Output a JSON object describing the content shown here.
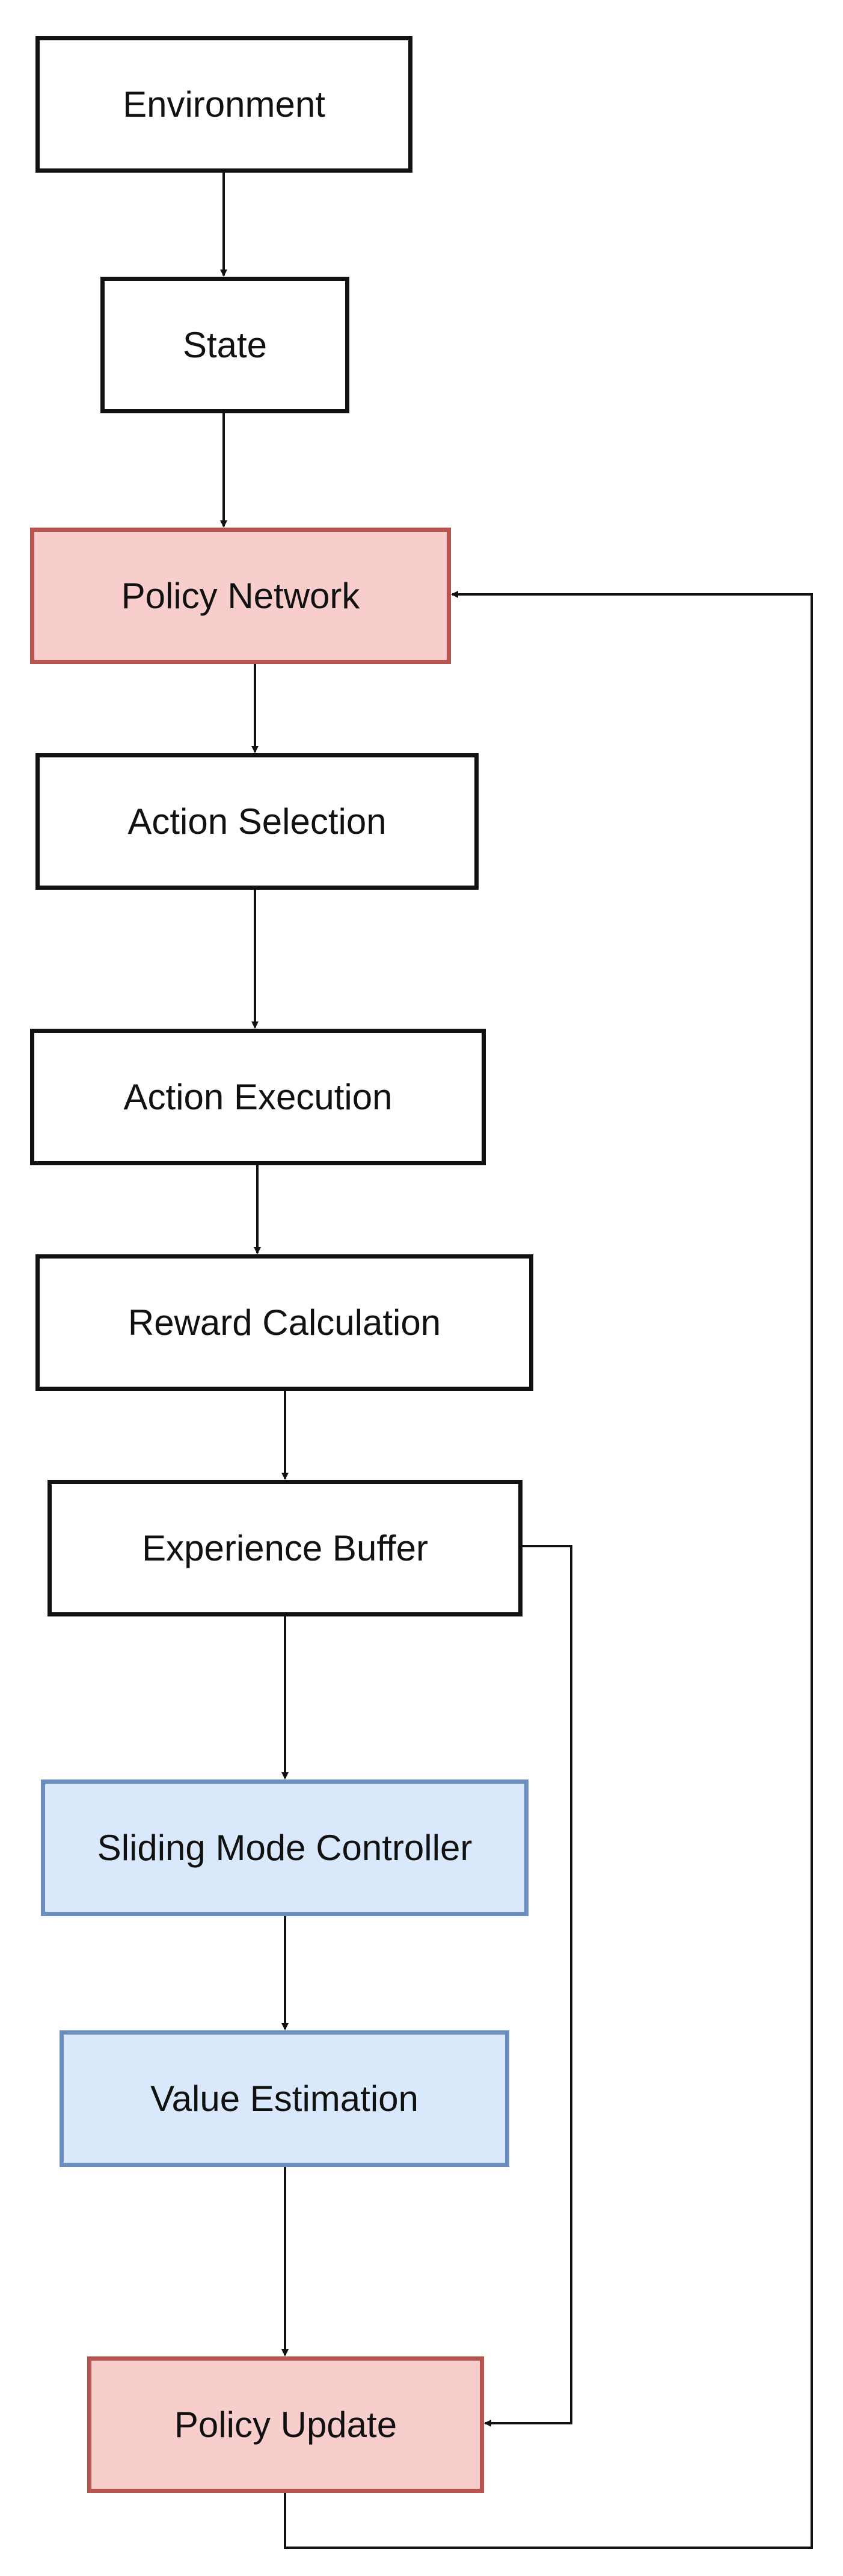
{
  "nodes": {
    "environment": {
      "label": "Environment",
      "style": "plain"
    },
    "state": {
      "label": "State",
      "style": "plain"
    },
    "policy_network": {
      "label": "Policy Network",
      "style": "red"
    },
    "action_selection": {
      "label": "Action Selection",
      "style": "plain"
    },
    "action_execution": {
      "label": "Action Execution",
      "style": "plain"
    },
    "reward_calculation": {
      "label": "Reward Calculation",
      "style": "plain"
    },
    "experience_buffer": {
      "label": "Experience Buffer",
      "style": "plain"
    },
    "sliding_mode_controller": {
      "label": "Sliding Mode Controller",
      "style": "blue"
    },
    "value_estimation": {
      "label": "Value Estimation",
      "style": "blue"
    },
    "policy_update": {
      "label": "Policy Update",
      "style": "red"
    }
  },
  "edges": [
    {
      "from": "environment",
      "to": "state"
    },
    {
      "from": "state",
      "to": "policy_network"
    },
    {
      "from": "policy_network",
      "to": "action_selection"
    },
    {
      "from": "action_selection",
      "to": "action_execution"
    },
    {
      "from": "action_execution",
      "to": "reward_calculation"
    },
    {
      "from": "reward_calculation",
      "to": "experience_buffer"
    },
    {
      "from": "experience_buffer",
      "to": "sliding_mode_controller"
    },
    {
      "from": "sliding_mode_controller",
      "to": "value_estimation"
    },
    {
      "from": "value_estimation",
      "to": "policy_update"
    },
    {
      "from": "experience_buffer",
      "to": "policy_update"
    },
    {
      "from": "policy_update",
      "to": "policy_network"
    }
  ],
  "colors": {
    "plain_fill": "#ffffff",
    "plain_border": "#111111",
    "red_fill": "#f8cecc",
    "red_border": "#b85450",
    "blue_fill": "#dae8fc",
    "blue_border": "#6c8ebf",
    "connector": "#111111"
  }
}
